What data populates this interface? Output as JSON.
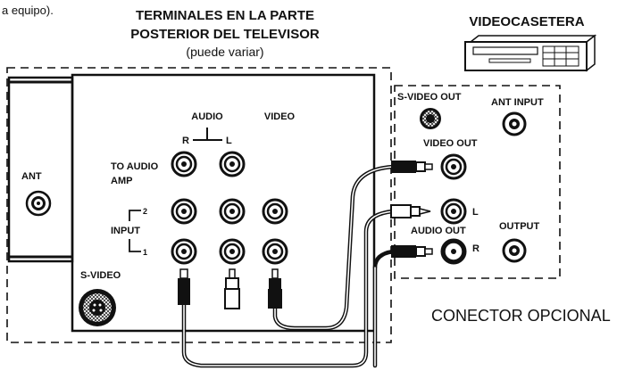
{
  "top_left_fragment": "a equipo).",
  "tv_title_line1": "TERMINALES EN LA PARTE",
  "tv_title_line2": "POSTERIOR DEL TELEVISOR",
  "tv_title_note": "(puede variar)",
  "vcr_title": "VIDEOCASETERA",
  "tv": {
    "ant": "ANT",
    "audio": "AUDIO",
    "video": "VIDEO",
    "r": "R",
    "l": "L",
    "to_audio_line1": "TO AUDIO",
    "to_audio_line2": "AMP",
    "input": "INPUT",
    "input_2": "2",
    "input_1": "1",
    "svideo": "S-VIDEO"
  },
  "vcr": {
    "svideo_out": "S-VIDEO OUT",
    "ant_input": "ANT INPUT",
    "video_out": "VIDEO OUT",
    "l": "L",
    "audio_out": "AUDIO OUT",
    "r": "R",
    "output": "OUTPUT"
  },
  "optional_connector": "CONECTOR OPCIONAL",
  "colors": {
    "ink": "#111111",
    "paper": "#ffffff"
  }
}
